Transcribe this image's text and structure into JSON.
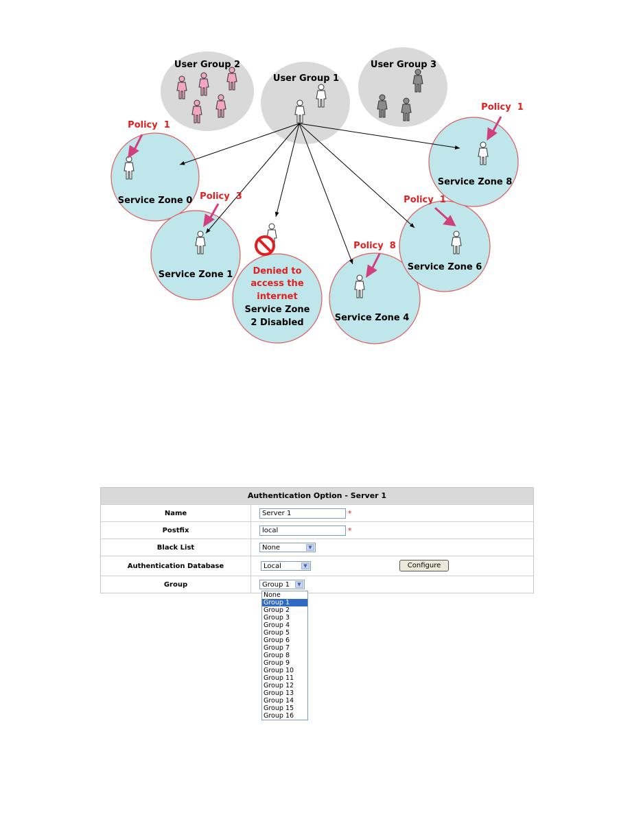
{
  "diagram": {
    "user_groups": [
      {
        "label": "User Group 2"
      },
      {
        "label": "User Group 1"
      },
      {
        "label": "User Group 3"
      }
    ],
    "zones": [
      {
        "label": "Service Zone 0",
        "policy": "Policy  1"
      },
      {
        "label": "Service Zone 1",
        "policy": "Policy  3"
      },
      {
        "label": "Service Zone 4",
        "policy": "Policy  8"
      },
      {
        "label": "Service Zone 6",
        "policy": "Policy  1"
      },
      {
        "label": "Service Zone 8",
        "policy": "Policy  1"
      }
    ],
    "denied": {
      "lines": [
        "Denied to",
        "access the",
        "internet"
      ],
      "zone_lines": [
        "Service Zone",
        "2 Disabled"
      ]
    },
    "colors": {
      "zone_fill": "#bfe6ea",
      "zone_stroke": "#e05a5a",
      "group_fill": "#d9d9d9",
      "policy_red": "#e02020",
      "pink_user": "#f2a6c2",
      "gray_user": "#8c8c8c"
    }
  },
  "auth_option": {
    "title": "Authentication Option - Server 1",
    "name_label": "Name",
    "name_value": "Server 1",
    "postfix_label": "Postfix",
    "postfix_value": "local",
    "required_mark": "*",
    "blacklist_label": "Black List",
    "blacklist_value": "None",
    "authdb_label": "Authentication Database",
    "authdb_value": "Local",
    "configure_button": "Configure",
    "group_label": "Group",
    "group_value": "Group 1",
    "group_options": [
      "None",
      "Group 1",
      "Group 2",
      "Group 3",
      "Group 4",
      "Group 5",
      "Group 6",
      "Group 7",
      "Group 8",
      "Group 9",
      "Group 10",
      "Group 11",
      "Group 12",
      "Group 13",
      "Group 14",
      "Group 15",
      "Group 16"
    ],
    "group_selected": "Group 1"
  }
}
